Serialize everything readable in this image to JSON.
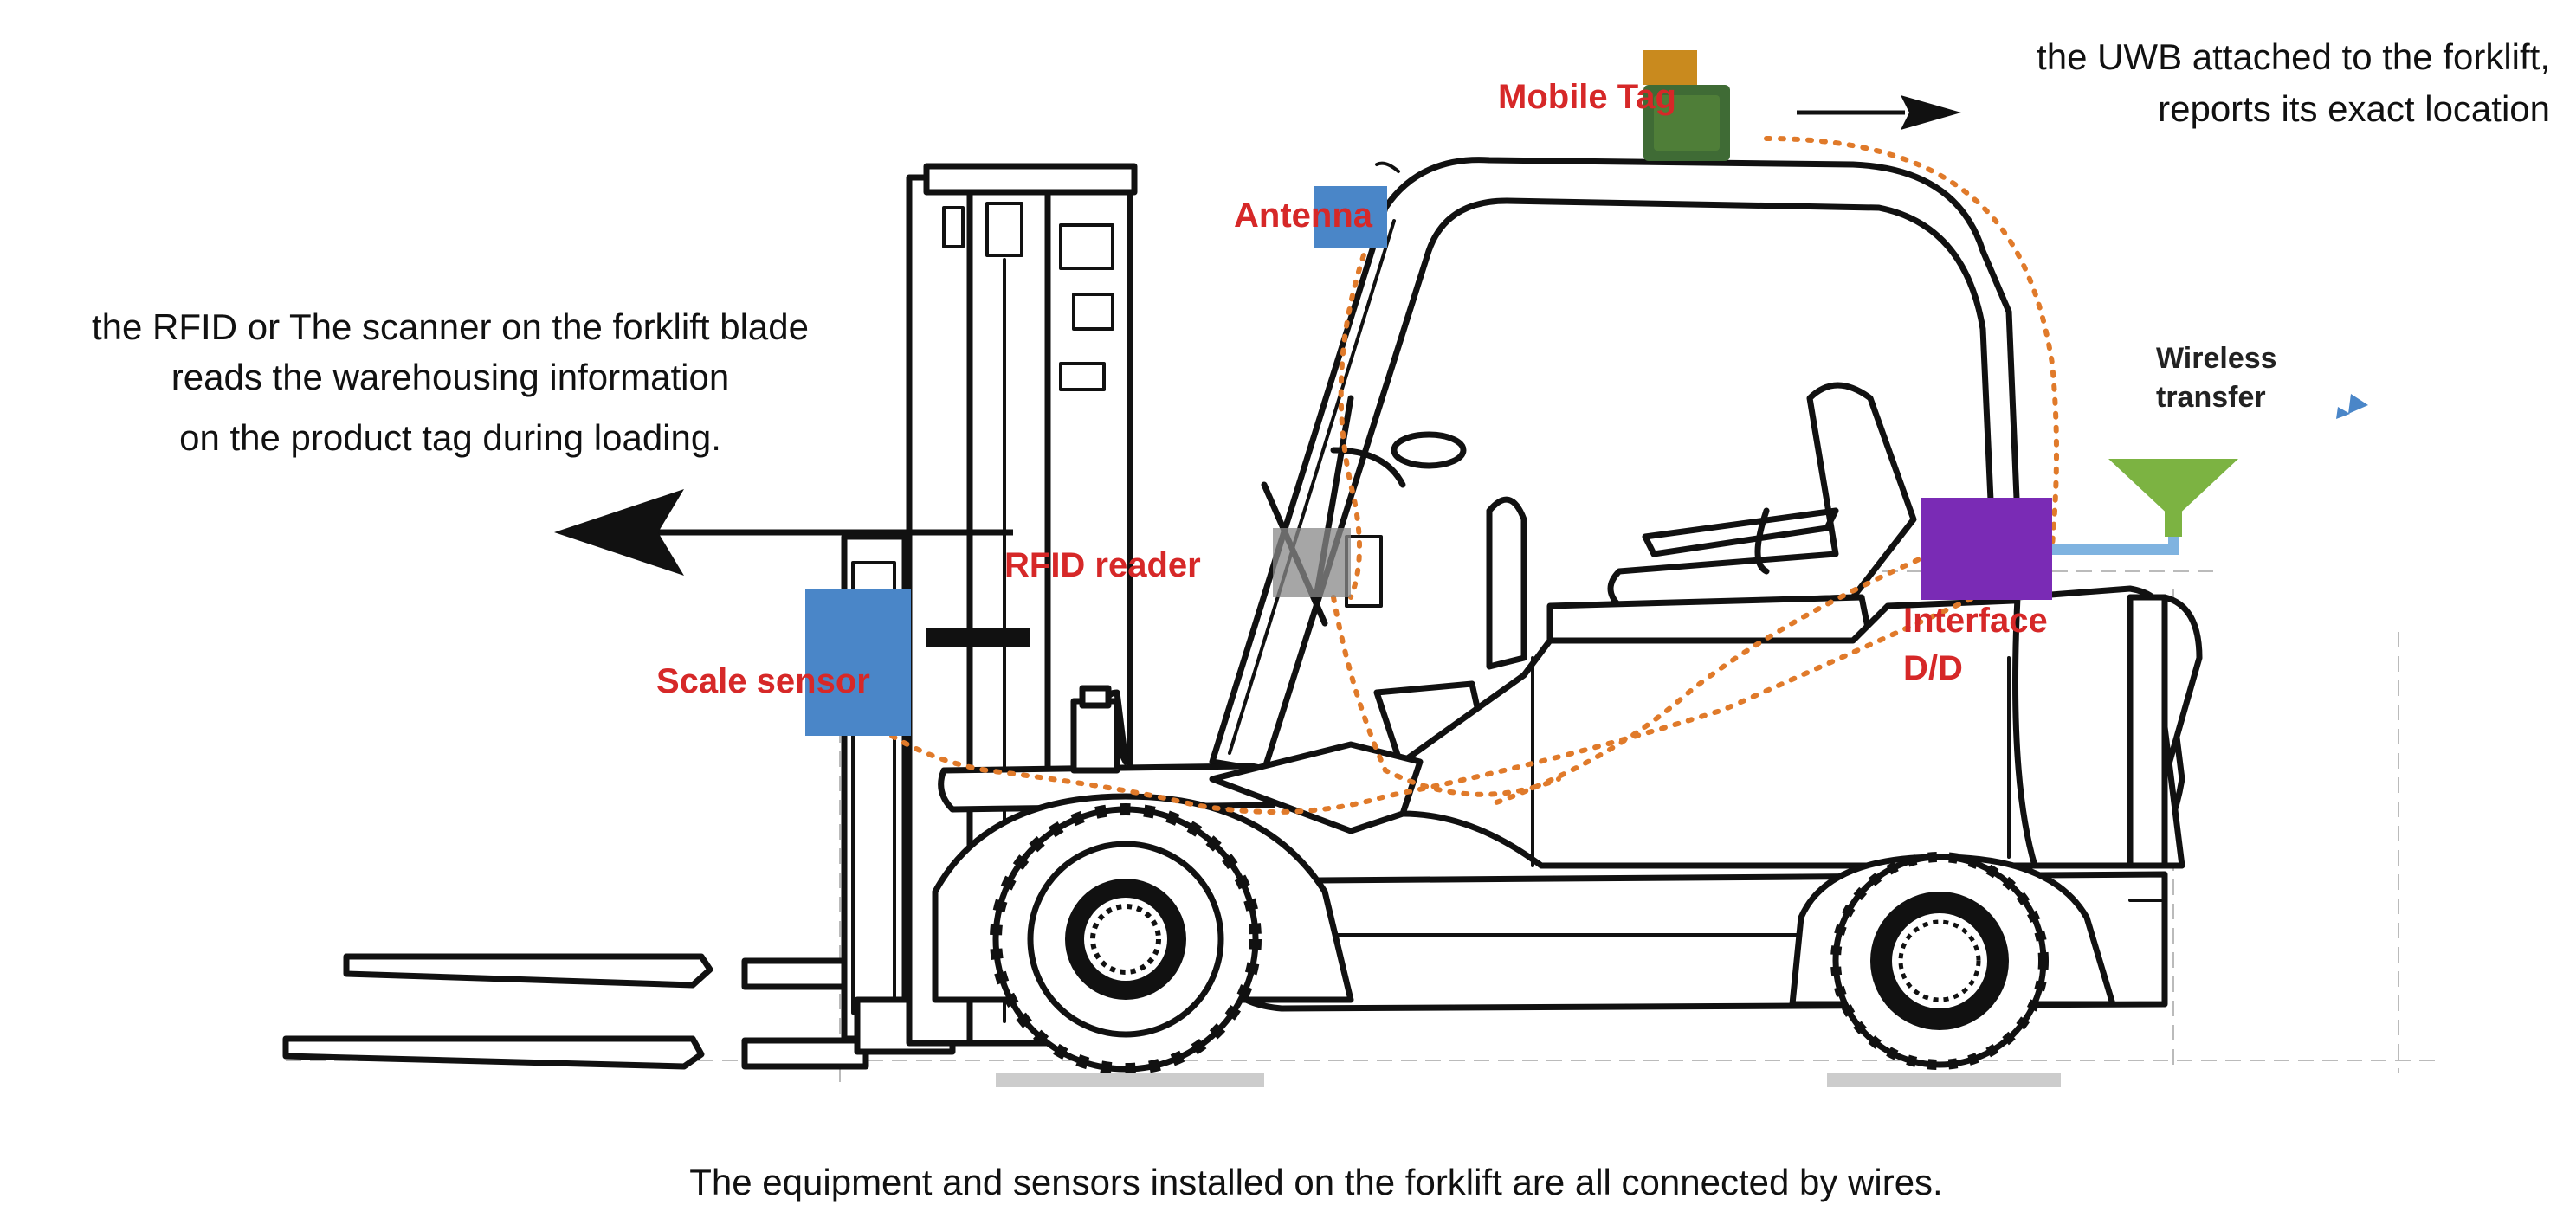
{
  "annotations": {
    "uwb_line1": "the UWB attached to the forklift,",
    "uwb_line2": "reports its exact location",
    "rfid_line1": "the RFID or The scanner on the forklift blade",
    "rfid_line2": "reads the warehousing information",
    "rfid_line3": "on the product tag during loading.",
    "caption": "The equipment and sensors installed on the forklift are all connected by wires."
  },
  "components": {
    "mobile_tag": "Mobile Tag",
    "antenna": "Antenna",
    "rfid_reader": "RFID reader",
    "scale_sensor": "Scale sensor",
    "interface": "Interface",
    "interface_sub": "D/D",
    "wireless_line1": "Wireless",
    "wireless_line2": "transfer"
  },
  "colors": {
    "label_red": "#d62828",
    "sensor_blue": "#4a86c8",
    "tag_green": "#3f6b35",
    "tag_orange": "#c98a1e",
    "interface_purple": "#7a2bb5",
    "wireless_green": "#7cb342",
    "wire_orange": "#e07a2a"
  },
  "icons": {
    "wireless": "funnel-antenna-icon"
  }
}
